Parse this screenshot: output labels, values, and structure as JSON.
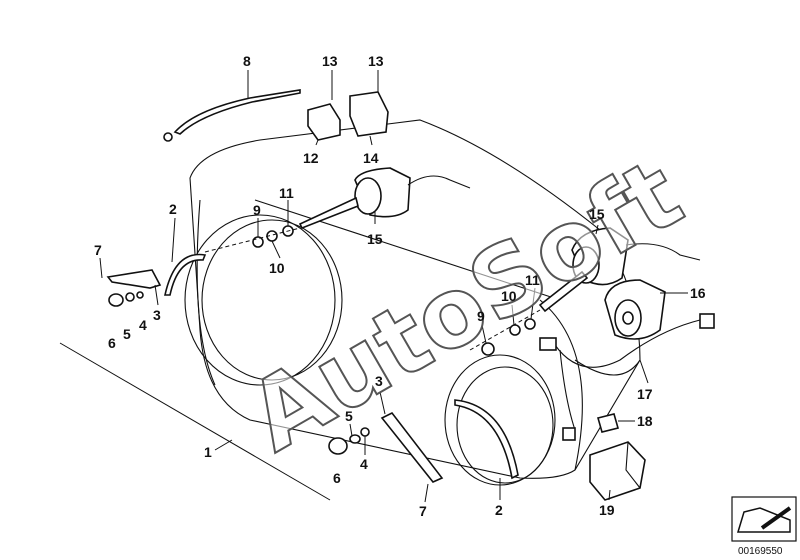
{
  "callouts": {
    "c1": "1",
    "c2a": "2",
    "c2b": "2",
    "c3a": "3",
    "c3b": "3",
    "c4a": "4",
    "c4b": "4",
    "c5a": "5",
    "c5b": "5",
    "c6a": "6",
    "c6b": "6",
    "c7a": "7",
    "c7b": "7",
    "c8": "8",
    "c9a": "9",
    "c9b": "9",
    "c10a": "10",
    "c10b": "10",
    "c11a": "11",
    "c11b": "11",
    "c12": "12",
    "c13a": "13",
    "c13b": "13",
    "c14": "14",
    "c15a": "15",
    "c15b": "15",
    "c16": "16",
    "c17": "17",
    "c18": "18",
    "c19": "19"
  },
  "watermark": "AutoSoft",
  "reference_number": "00169550"
}
